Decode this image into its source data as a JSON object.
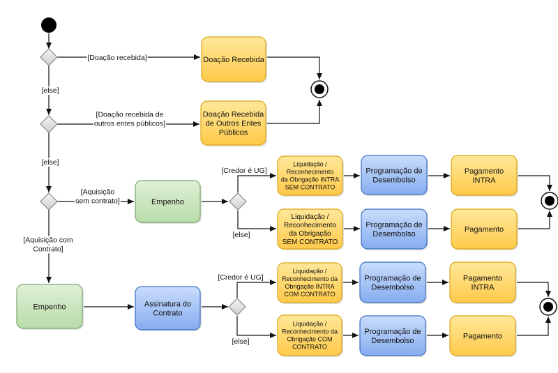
{
  "nodes": {
    "doacao_recebida": [
      "Doação Recebida"
    ],
    "doacao_outros": [
      "Doação Recebida",
      "de Outros Entes",
      "Públicos"
    ],
    "empenho_1": [
      "Empenho"
    ],
    "liq_intra_sem": [
      "Liquidação /",
      "Reconhecimento",
      "da Obrigação INTRA",
      "SEM CONTRATO"
    ],
    "liq_sem": [
      "Liquidação /",
      "Reconhecimento",
      "da Obrigação",
      "SEM CONTRATO"
    ],
    "prog_1": [
      "Programação de",
      "Desembolso"
    ],
    "prog_2": [
      "Programação de",
      "Desembolso"
    ],
    "pag_intra_1": [
      "Pagamento",
      "INTRA"
    ],
    "pag_1": [
      "Pagamento"
    ],
    "empenho_2": [
      "Empenho"
    ],
    "assinatura": [
      "Assinatura do",
      "Contrato"
    ],
    "liq_intra_com": [
      "Liquidação /",
      "Reconhecimento da",
      "Obrigação INTRA",
      "COM CONTRATO"
    ],
    "liq_com": [
      "Liquidação /",
      "Reconhecimento da",
      "Obrigação COM",
      "CONTRATO"
    ],
    "prog_3": [
      "Programação de",
      "Desembolso"
    ],
    "prog_4": [
      "Programação de",
      "Desembolso"
    ],
    "pag_intra_2": [
      "Pagamento",
      "INTRA"
    ],
    "pag_2": [
      "Pagamento"
    ]
  },
  "edge_labels": {
    "doacao_recebida": [
      "[Doação recebida]"
    ],
    "else_1": [
      "[else]"
    ],
    "doacao_outros": [
      "[Doação recebida de",
      "outros entes públicos]"
    ],
    "else_2": [
      "[else]"
    ],
    "aquisicao_sem": [
      "[Aquisição",
      "sem contrato]"
    ],
    "aquisicao_com": [
      "[Aquisição com",
      "Contrato]"
    ],
    "credor_ug_1": [
      "[Credor é UG]"
    ],
    "else_3": [
      "[else]"
    ],
    "credor_ug_2": [
      "[Credor é UG]"
    ],
    "else_4": [
      "[else]"
    ]
  },
  "colors": {
    "yellow_fill": "#ffd666",
    "yellow_stroke": "#d9a514",
    "green_fill": "#c8e4be",
    "green_stroke": "#78a86a",
    "blue_fill": "#a9c7f5",
    "blue_stroke": "#3a6fc4",
    "line": "#111111",
    "decision_fill": "#e6e6e6",
    "decision_stroke": "#888888"
  }
}
